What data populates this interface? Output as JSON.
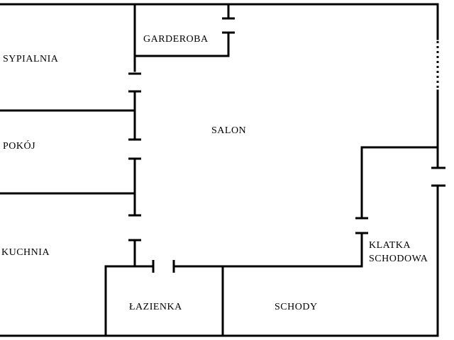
{
  "plan": {
    "rooms": [
      {
        "id": "sypialnia",
        "label": "SYPIALNIA"
      },
      {
        "id": "garderoba",
        "label": "GARDEROBA"
      },
      {
        "id": "pokoj",
        "label": "POKÓJ"
      },
      {
        "id": "salon",
        "label": "SALON"
      },
      {
        "id": "kuchnia",
        "label": "KUCHNIA"
      },
      {
        "id": "lazienka",
        "label": "ŁAZIENKA"
      },
      {
        "id": "schody",
        "label": "SCHODY"
      },
      {
        "id": "klatka-line1",
        "label": "KLATKA"
      },
      {
        "id": "klatka-line2",
        "label": "SCHODOWA"
      }
    ],
    "colors": {
      "wall": "#000000",
      "background": "#ffffff"
    }
  }
}
